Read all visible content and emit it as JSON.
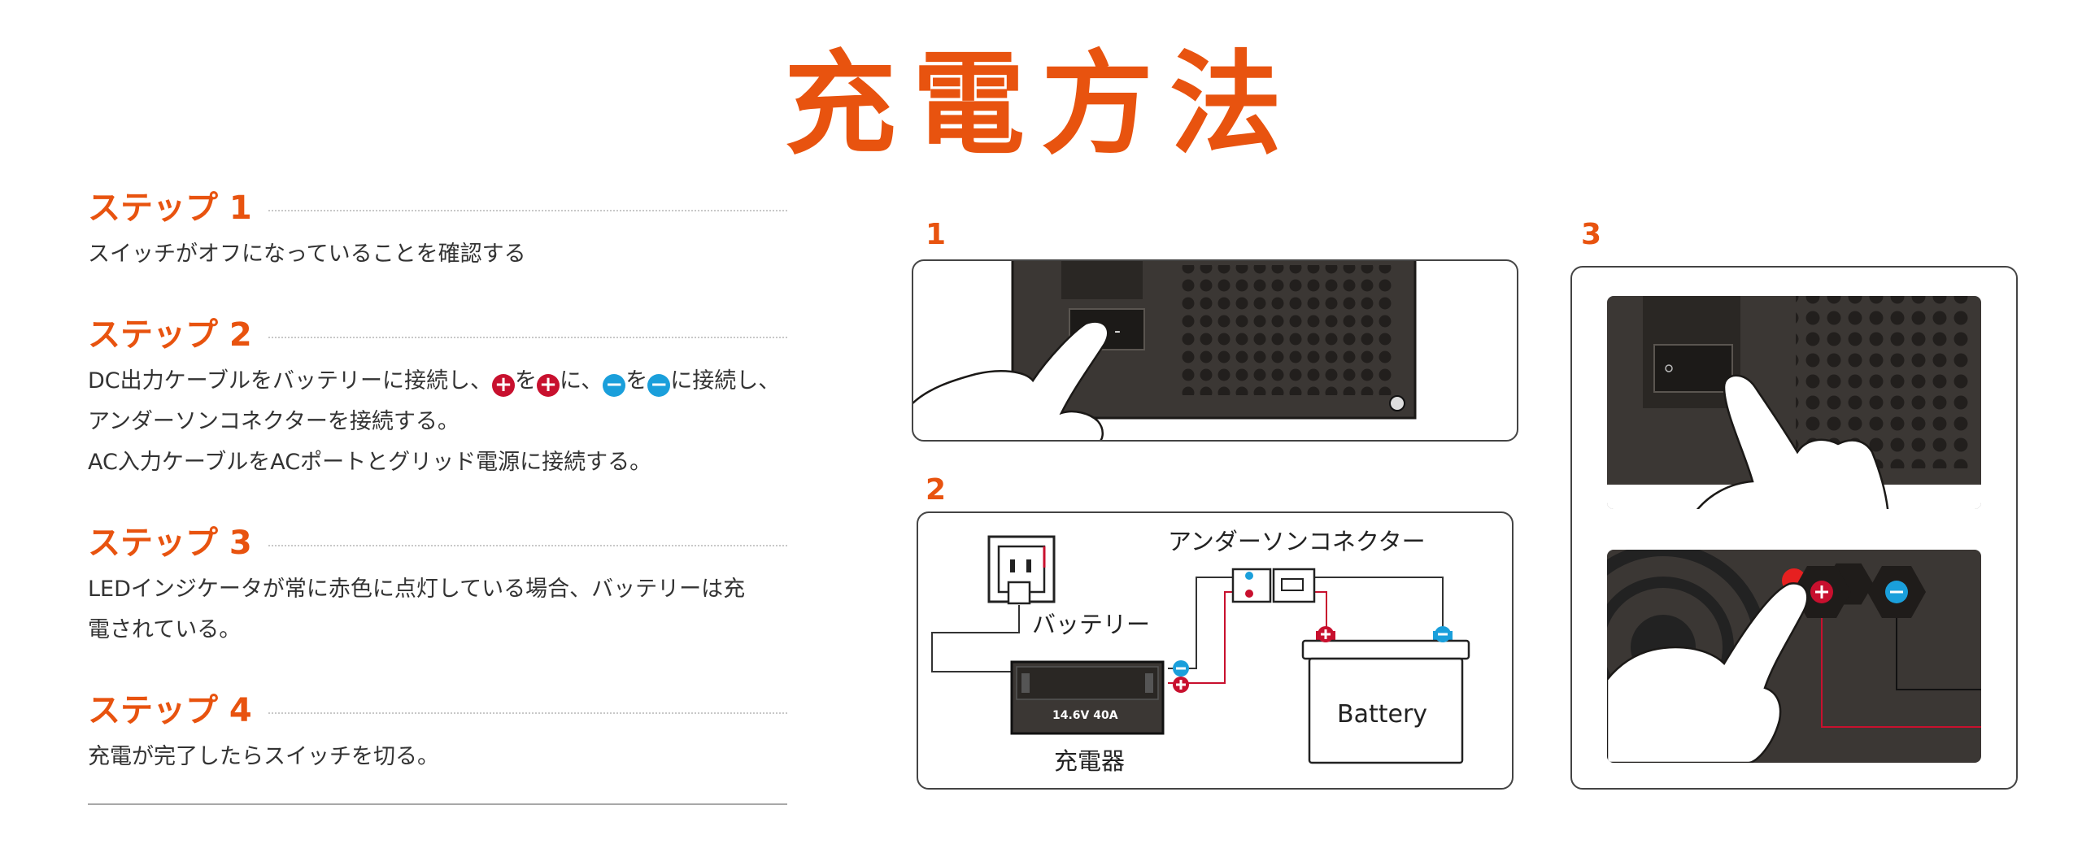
{
  "title": "充電方法",
  "steps": [
    {
      "label": "ステップ 1",
      "lines": [
        "スイッチがオフになっていることを確認する"
      ]
    },
    {
      "label": "ステップ 2",
      "line1_parts": [
        "DC出力ケーブルをバッテリーに接続し、",
        "を",
        "に、",
        "を",
        "に接続し、"
      ],
      "lines": [
        "アンダーソンコネクターを接続する。",
        "AC入力ケーブルをACポートとグリッド電源に接続する。"
      ]
    },
    {
      "label": "ステップ 3",
      "lines": [
        "LEDインジケータが常に赤色に点灯している場合、バッテリーは充",
        "電されている。"
      ]
    },
    {
      "label": "ステップ 4",
      "lines": [
        "充電が完了したらスイッチを切る。"
      ]
    }
  ],
  "icons": {
    "plus": "+",
    "minus": "−"
  },
  "colors": {
    "accent": "#e8530f",
    "plus": "#c8102e",
    "minus": "#1a9fdb",
    "device": "#3b3734"
  },
  "panels": {
    "p1": {
      "number": "1"
    },
    "p2": {
      "number": "2",
      "connector_label": "アンダーソンコネクター",
      "battery_label": "バッテリー",
      "charger_label": "充電器",
      "battery_text": "Battery",
      "charger_spec": "14.6V 40A",
      "switch_on": "○",
      "switch_off": "-"
    },
    "p3": {
      "number": "3"
    }
  }
}
